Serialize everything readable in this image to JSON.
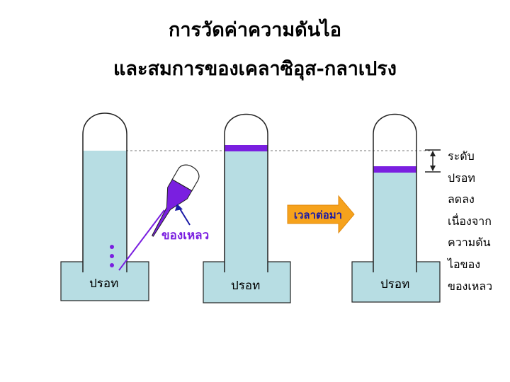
{
  "title": {
    "line1": "การวัดค่าความดันไอ",
    "line2": "และสมการของเคลาซิอุส-กลาเปรง"
  },
  "labels": {
    "mercury_left": "ปรอท",
    "mercury_middle": "ปรอท",
    "mercury_right": "ปรอท",
    "liquid": "ของเหลว",
    "time_passes": "เวลาต่อมา"
  },
  "note_lines": [
    "ระดับ",
    "ปรอท",
    "ลดลง",
    "เนื่องจาก",
    "ความดัน",
    "ไอของ",
    "ของเหลว"
  ],
  "colors": {
    "mercury": "#b7dde3",
    "liquid": "#7a1fe0",
    "arrow_fill": "#f6a21c",
    "label_text": "#7a1fe0",
    "arrow_text": "#1a1aa6"
  }
}
